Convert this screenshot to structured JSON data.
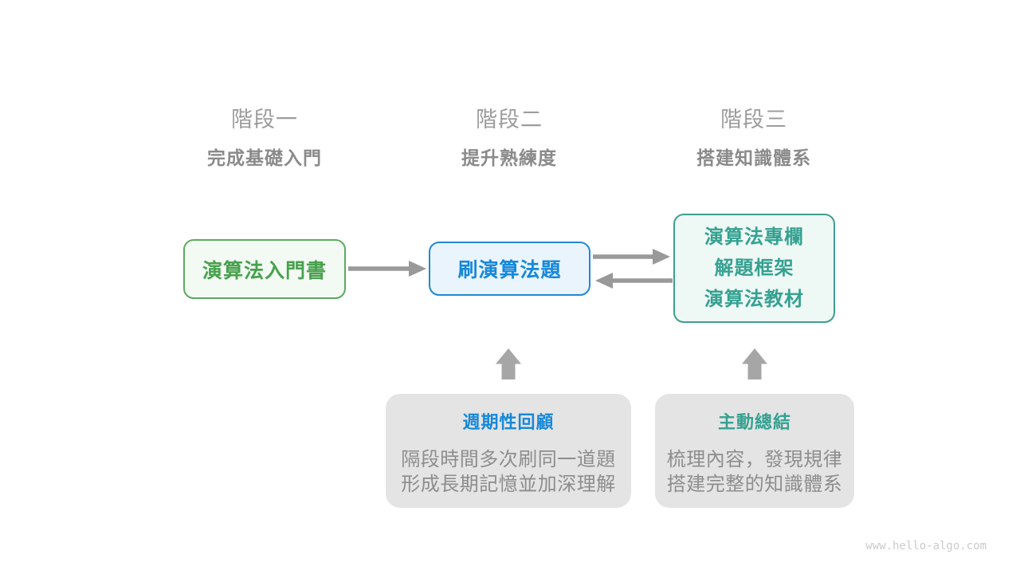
{
  "stages": [
    {
      "label": "階段一",
      "subtitle": "完成基礎入門"
    },
    {
      "label": "階段二",
      "subtitle": "提升熟練度"
    },
    {
      "label": "階段三",
      "subtitle": "搭建知識體系"
    }
  ],
  "boxes": {
    "beginner_book": {
      "label": "演算法入門書"
    },
    "practice": {
      "label": "刷演算法題"
    },
    "resources": {
      "lines": [
        "演算法專欄",
        "解題框架",
        "演算法教材"
      ]
    }
  },
  "notes": [
    {
      "title": "週期性回顧",
      "lines": [
        "隔段時間多次刷同一道題",
        "形成長期記憶並加深理解"
      ]
    },
    {
      "title": "主動總結",
      "lines": [
        "梳理內容，發現規律",
        "搭建完整的知識體系"
      ]
    }
  ],
  "watermark": "www.hello-algo.com",
  "colors": {
    "green_text": "#47a14d",
    "green_border": "#5caa60",
    "green_bg": "#f3faf3",
    "blue_text": "#1688d9",
    "blue_border": "#2387d3",
    "blue_bg": "#e9f4fd",
    "teal_text": "#35a191",
    "teal_border": "#3f9e90",
    "teal_bg": "#eef8f5",
    "stage_label": "#9c9c9c",
    "stage_subtitle": "#8a8a8a",
    "note_bg": "#e4e4e4",
    "note_text": "#8d8d8d",
    "arrow": "#999999",
    "block_arrow": "#a6a6a6",
    "watermark": "#cbcbcb"
  }
}
